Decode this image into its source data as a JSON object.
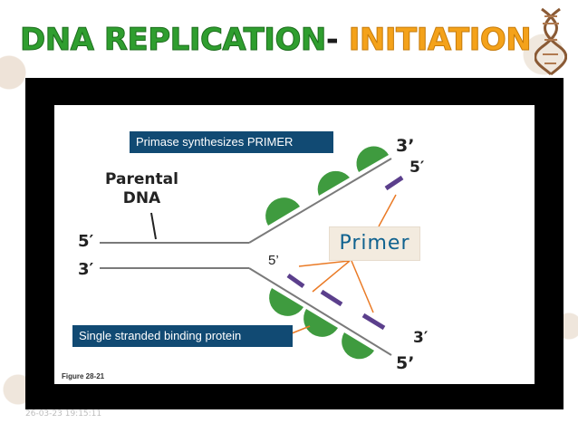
{
  "title": {
    "part1": "DNA REPLICATION",
    "separator": "-",
    "part2": "INITIATION"
  },
  "colors": {
    "title_green": "#2f9e2f",
    "title_orange": "#f4a21a",
    "banner_blue": "#114a73",
    "primer_purple": "#5b3f8c",
    "protein_green": "#3f9b3f",
    "arrow_orange": "#ea7a25",
    "primer_text": "#10628f",
    "frame": "#000000"
  },
  "diagram": {
    "banner_top": "Primase synthesizes PRIMER",
    "banner_bottom": "Single stranded binding protein",
    "primer_label": "Primer",
    "parental_label_line1": "Parental",
    "parental_label_line2": "DNA",
    "left_top_end": "5′",
    "left_bottom_end": "3′",
    "upper_right_3": "3’",
    "upper_right_5": "5′",
    "lower_right_3": "3′",
    "lower_right_5": "5’",
    "primer_5_label": "5’",
    "figure_caption": "Figure 28-21"
  },
  "timestamp": "26-03-23 19:15:11",
  "icons": [
    "dna-helix-icon"
  ]
}
